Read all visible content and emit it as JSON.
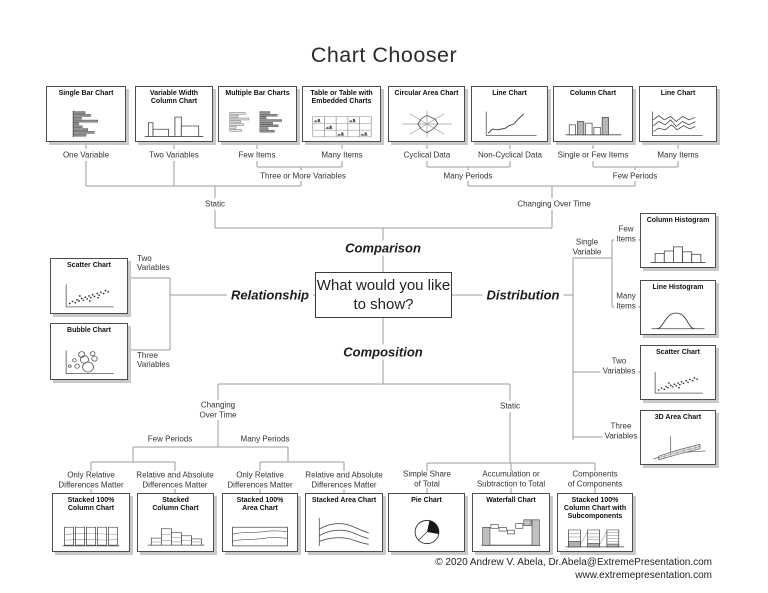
{
  "title": "Chart Chooser",
  "hub": {
    "question": "What would you like to show?",
    "comparison": "Comparison",
    "relationship": "Relationship",
    "distribution": "Distribution",
    "composition": "Composition"
  },
  "boxes": {
    "single_bar": {
      "title": "Single Bar Chart"
    },
    "variable_width": {
      "title": "Variable Width\nColumn Chart"
    },
    "multiple_bar": {
      "title": "Multiple Bar Charts"
    },
    "table_embedded": {
      "title": "Table or Table with\nEmbedded Charts"
    },
    "circular_area": {
      "title": "Circular Area Chart"
    },
    "line_noncyclical": {
      "title": "Line Chart"
    },
    "column": {
      "title": "Column Chart"
    },
    "line_many": {
      "title": "Line Chart"
    },
    "scatter_rel": {
      "title": "Scatter Chart"
    },
    "bubble": {
      "title": "Bubble Chart"
    },
    "column_histogram": {
      "title": "Column Histogram"
    },
    "line_histogram": {
      "title": "Line Histogram"
    },
    "scatter_dist": {
      "title": "Scatter Chart"
    },
    "area_3d": {
      "title": "3D Area Chart"
    },
    "stacked100_column": {
      "title": "Stacked 100%\nColumn Chart"
    },
    "stacked_column": {
      "title": "Stacked\nColumn Chart"
    },
    "stacked100_area": {
      "title": "Stacked 100%\nArea Chart"
    },
    "stacked_area": {
      "title": "Stacked Area Chart"
    },
    "pie": {
      "title": "Pie Chart"
    },
    "waterfall": {
      "title": "Waterfall Chart"
    },
    "stacked100_sub": {
      "title": "Stacked 100%\nColumn Chart with\nSubcomponents"
    }
  },
  "labels": {
    "one_variable": "One Variable",
    "two_variables": "Two Variables",
    "few_items": "Few Items",
    "many_items": "Many Items",
    "cyclical_data": "Cyclical Data",
    "non_cyclical_data": "Non-Cyclical Data",
    "single_or_few_items": "Single or Few Items",
    "many_items_2": "Many Items",
    "three_or_more_variables": "Three or More Variables",
    "many_periods": "Many Periods",
    "few_periods": "Few Periods",
    "static_top": "Static",
    "changing_over_time_top": "Changing Over Time",
    "two_variables_left": "Two\nVariables",
    "three_variables_left": "Three\nVariables",
    "single_variable": "Single\nVariable",
    "few_items_right": "Few\nItems",
    "many_items_right": "Many\nItems",
    "two_variables_right": "Two\nVariables",
    "three_variables_right": "Three\nVariables",
    "changing_over_time_bottom": "Changing\nOver Time",
    "static_bottom": "Static",
    "few_periods_bottom": "Few Periods",
    "many_periods_bottom": "Many Periods",
    "only_relative_1": "Only Relative\nDifferences Matter",
    "relative_absolute_1": "Relative and Absolute\nDifferences Matter",
    "only_relative_2": "Only Relative\nDifferences Matter",
    "relative_absolute_2": "Relative and Absolute\nDifferences Matter",
    "simple_share": "Simple Share\nof Total",
    "accumulation": "Accumulation or\nSubtraction to Total",
    "components": "Components\nof Components"
  },
  "footer": {
    "line1": "© 2020  Andrew V. Abela, Dr.Abela@ExtremePresentation.com",
    "line2": "www.extremepresentation.com"
  },
  "colors": {
    "line": "#9b9b9b",
    "text": "#2e2e2e",
    "box_border": "#4d4d4d",
    "box_shadow": "#c9c9c9",
    "bar_gray": "#8f8f8f",
    "pie_black": "#161616"
  }
}
